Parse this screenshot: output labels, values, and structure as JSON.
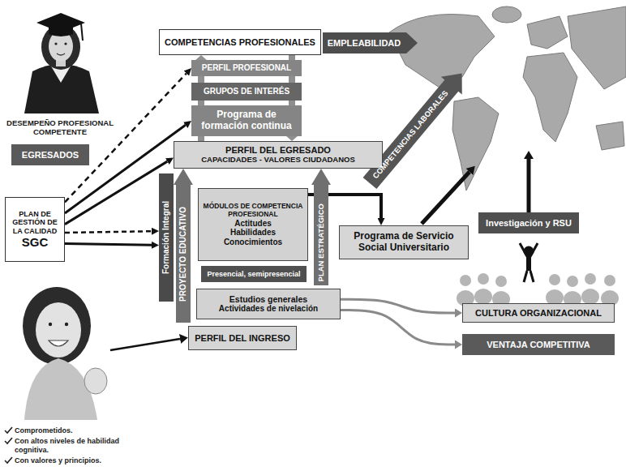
{
  "diagram": {
    "nodes": [
      {
        "text": [
          "COMPETENCIAS PROFESIONALES"
        ]
      },
      {
        "text": [
          "EMPLEABILIDAD"
        ]
      },
      {
        "text": [
          "PERFIL PROFESIONAL"
        ]
      },
      {
        "text": [
          "GRUPOS DE INTERÉS"
        ]
      },
      {
        "text": [
          "Programa de formación continua"
        ]
      },
      {
        "text": [
          "EGRESADOS"
        ]
      },
      {
        "text": [
          "PERFIL DEL EGRESADO",
          "CAPACIDADES - VALORES CIUDADANOS"
        ]
      },
      {
        "text": [
          "PLAN DE GESTIÓN DE LA CALIDAD",
          "SGC"
        ]
      },
      {
        "text": [
          "Formación Integral"
        ]
      },
      {
        "text": [
          "PROYECTO EDUCATIVO"
        ]
      },
      {
        "text": [
          "MÓDULOS DE COMPETENCIA PROFESIONAL",
          "Actitudes",
          "Habilidades",
          "Conocimientos"
        ]
      },
      {
        "text": [
          "Presencial, semipresencial"
        ]
      },
      {
        "text": [
          "Estudios generales",
          "Actividades de nivelación"
        ]
      },
      {
        "text": [
          "PERFIL DEL INGRESO"
        ]
      },
      {
        "text": [
          "PLAN ESTRATÉGICO"
        ]
      },
      {
        "text": [
          "Programa de Servicio Social Universitario"
        ]
      },
      {
        "text": [
          "Investigación y RSU"
        ]
      },
      {
        "text": [
          "CULTURA ORGANIZACIONAL"
        ]
      },
      {
        "text": [
          "VENTAJA COMPETITIVA"
        ]
      }
    ],
    "edges": [
      {
        "from": 7,
        "to": 2,
        "arrow": "to"
      },
      {
        "from": 7,
        "to": 4,
        "arrow": "to"
      },
      {
        "from": 7,
        "to": 6,
        "arrow": "to"
      },
      {
        "from": 7,
        "to": 8,
        "arrow": "to"
      },
      {
        "from": 7,
        "to": 8,
        "arrow": "to"
      },
      {
        "from": 6,
        "to": 0,
        "arrow": "to"
      },
      {
        "from": 0,
        "to": 6,
        "arrow": "to"
      },
      {
        "from": 10,
        "to": 15,
        "arrow": "to"
      },
      {
        "from": 12,
        "to": 17,
        "arrow": "to"
      },
      {
        "from": 12,
        "to": 18,
        "arrow": "to"
      }
    ],
    "labels": [
      "DESEMPEÑO PROFESIONAL COMPETENTE",
      "COMPETENCIAS LABORALES",
      "Comprometidos.",
      "Con altos niveles de habilidad cognitiva.",
      "Con valores y principios."
    ]
  }
}
